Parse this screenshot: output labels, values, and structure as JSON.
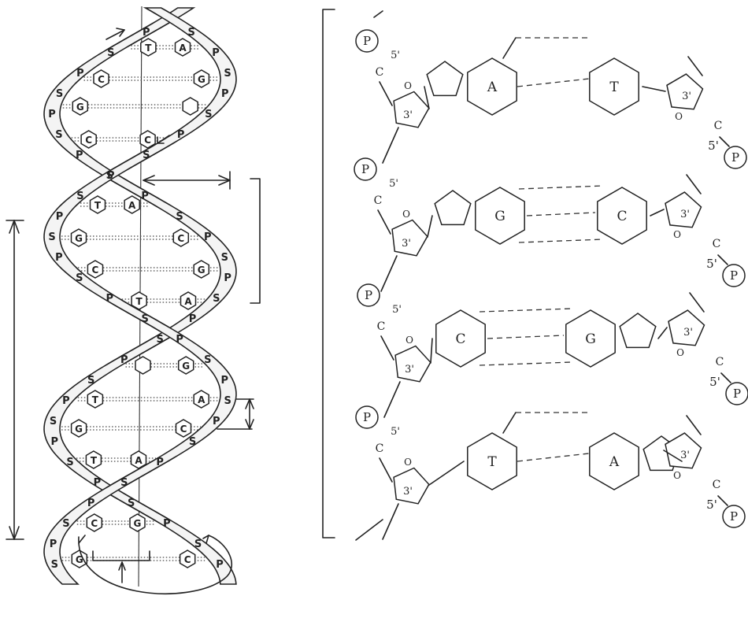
{
  "helix": {
    "strand_letters": {
      "sugar": "S",
      "phosphate": "P"
    },
    "base_pairs": [
      [
        "T",
        "A"
      ],
      [
        "C",
        "G"
      ],
      [
        "G",
        ""
      ],
      [
        "C",
        "C"
      ],
      [
        "T",
        "A"
      ],
      [
        "G",
        "C"
      ],
      [
        "C",
        "G"
      ],
      [
        "T",
        "A"
      ],
      [
        "",
        "G"
      ],
      [
        "T",
        "A"
      ],
      [
        "G",
        "C"
      ],
      [
        "T",
        "A"
      ],
      [
        "C",
        "G"
      ],
      [
        "G",
        "C"
      ]
    ]
  },
  "ladder": {
    "rows": [
      {
        "left_base": "A",
        "right_base": "T",
        "bonds": 2
      },
      {
        "left_base": "G",
        "right_base": "C",
        "bonds": 3
      },
      {
        "left_base": "C",
        "right_base": "G",
        "bonds": 3
      },
      {
        "left_base": "T",
        "right_base": "A",
        "bonds": 2
      }
    ],
    "labels": {
      "phosphate": "P",
      "carbon": "C",
      "oxygen": "O",
      "five_prime": "5'",
      "three_prime": "3'"
    }
  }
}
